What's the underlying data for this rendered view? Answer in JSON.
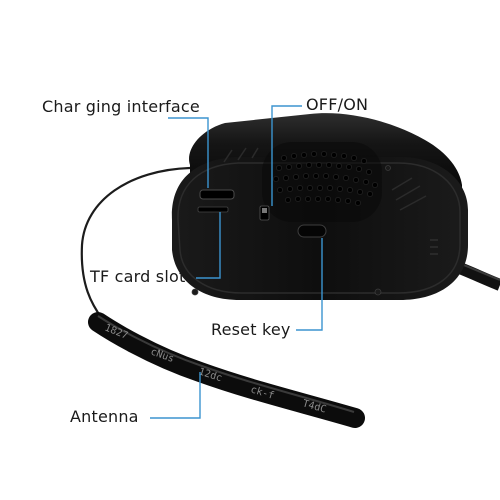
{
  "labels": {
    "charging": "Char ging interface",
    "offon": "OFF/ON",
    "tf_card": "TF card slot",
    "reset": "Reset key",
    "antenna": "Antenna"
  },
  "antenna_print": [
    "1827",
    "cNus",
    "12dc",
    "ck-f",
    "T4dC"
  ],
  "colors": {
    "callout_line": "#3b94cf",
    "device_body": "#0d0d0d",
    "background": "#ffffff"
  }
}
